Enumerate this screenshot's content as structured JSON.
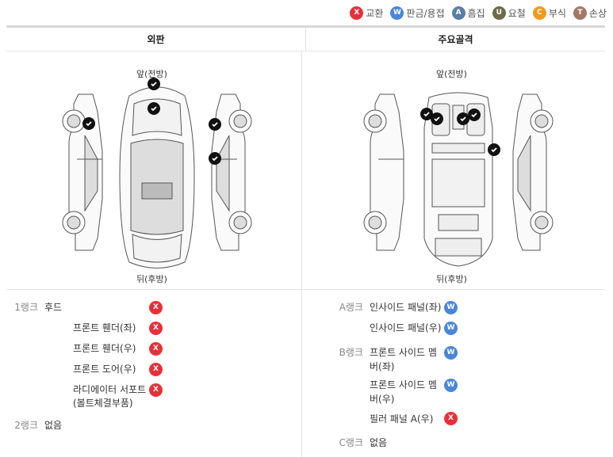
{
  "legend": [
    {
      "code": "X",
      "label": "교환",
      "color": "#e8303a"
    },
    {
      "code": "W",
      "label": "판금/용접",
      "color": "#4a86d8"
    },
    {
      "code": "A",
      "label": "흠집",
      "color": "#5a7ea8"
    },
    {
      "code": "U",
      "label": "요철",
      "color": "#6b6b47"
    },
    {
      "code": "C",
      "label": "부식",
      "color": "#f19a1c"
    },
    {
      "code": "T",
      "label": "손상",
      "color": "#a3786a"
    }
  ],
  "headers": {
    "exterior": "외판",
    "frame": "주요골격"
  },
  "diagram": {
    "front": "앞(전방)",
    "rear": "뒤(후방)"
  },
  "exterior": {
    "rank1": "1랭크",
    "rank2": "2랭크",
    "items": [
      "후드",
      "프론트 휀더(좌)",
      "프론트 휀더(우)",
      "프론트 도어(우)",
      "라디에이터 서포트",
      "(볼트체결부품)"
    ],
    "none": "없음",
    "item_codes": [
      "X",
      "X",
      "X",
      "X",
      "X"
    ]
  },
  "frame": {
    "rankA": "A랭크",
    "rankB": "B랭크",
    "rankC": "C랭크",
    "itemsA": [
      "인사이드 패널(좌)",
      "인사이드 패널(우)"
    ],
    "itemsB": [
      "프론트 사이드 멤",
      "버(좌)",
      "프론트 사이드 멤",
      "버(우)",
      "필러 패널 A(우)"
    ],
    "none": "없음",
    "codesA": [
      "W",
      "W"
    ],
    "codesB": [
      "W",
      "W",
      "X"
    ]
  }
}
